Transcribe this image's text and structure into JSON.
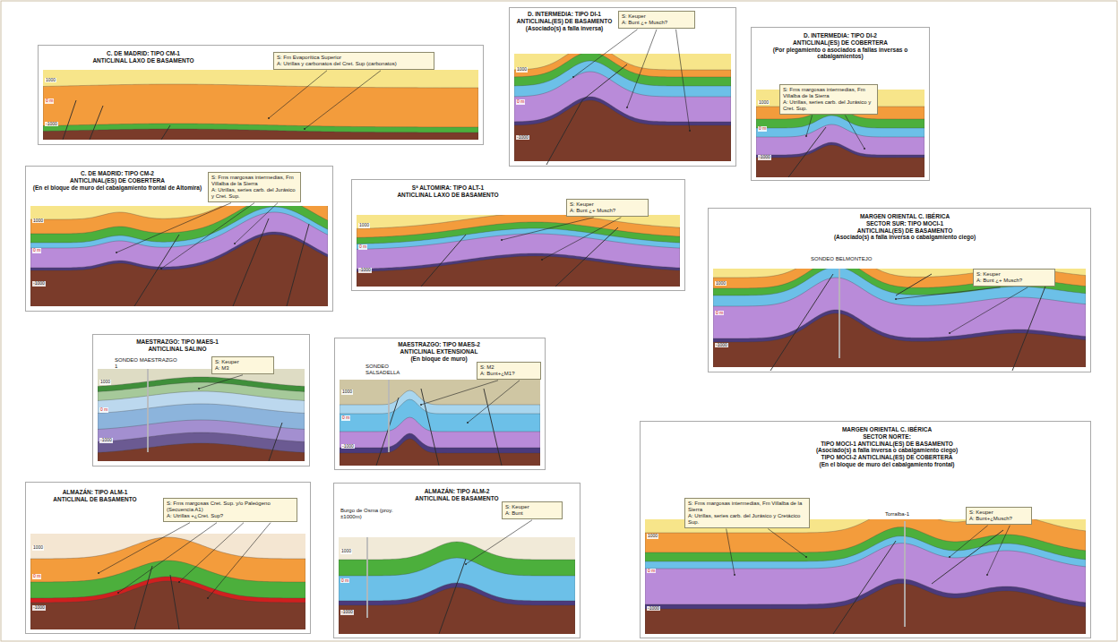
{
  "diagram": {
    "nodes": [
      {
        "text": [
          "C. DE MADRID: TIPO CM-1",
          "ANTICLINAL LAXO DE BASAMENTO"
        ]
      },
      {
        "text": [
          "S: Fm Evaporítica Superior",
          "A: Utrillas y carbonatos del Cret. Sup (carbonatos)"
        ],
        "in": 0
      },
      {
        "text": [
          "D. INTERMEDIA: TIPO DI-1",
          "ANTICLINAL(ES) DE BASAMENTO",
          "(Asociado(s) a falla inversa)"
        ]
      },
      {
        "text": [
          "S: Keuper",
          "A: Bunt ¿+ Musch?"
        ],
        "in": 2
      },
      {
        "text": [
          "D. INTERMEDIA: TIPO DI-2",
          "ANTICLINAL(ES) DE COBERTERA",
          "(Por plegamiento o asociados a fallas inversas o cabalgamientos)"
        ]
      },
      {
        "text": [
          "S: Fms margosas intermedias, Fm Villalba de la Sierra",
          "A: Utrillas, series carb. del Jurásico y Cret. Sup."
        ],
        "in": 4
      },
      {
        "text": [
          "C. DE MADRID: TIPO CM-2",
          "ANTICLINAL(ES) DE COBERTERA",
          "(En el bloque de muro del cabalgamiento frontal de Altomira)"
        ]
      },
      {
        "text": [
          "S: Fms margosas intermedias, Fm Villalba de la Sierra",
          "A: Utrillas, series carb. del Jurásico y Cret. Sup."
        ],
        "in": 6
      },
      {
        "text": [
          "Sª ALTOMIRA: TIPO ALT-1",
          "ANTICLINAL LAXO DE BASAMENTO"
        ]
      },
      {
        "text": [
          "S: Keuper",
          "A: Bunt ¿+ Musch?"
        ],
        "in": 8
      },
      {
        "text": [
          "MARGEN ORIENTAL C. IBÉRICA",
          "SECTOR SUR: TIPO MOCI-1",
          "ANTICLINAL(ES) DE BASAMENTO",
          "(Asociado(s) a falla inversa o cabalgamiento ciego)"
        ]
      },
      {
        "text": [
          "S: Keuper",
          "A: Bunt ¿+ Musch?"
        ],
        "in": 10
      },
      {
        "text": [
          "MAESTRAZGO: TIPO MAES-1",
          "ANTICLINAL SALINO"
        ]
      },
      {
        "text": [
          "S: Keuper",
          "A: M3"
        ],
        "in": 12
      },
      {
        "text": [
          "MAESTRAZGO: TIPO MAES-2",
          "ANTICLINAL EXTENSIONAL",
          "(En bloque de muro)"
        ]
      },
      {
        "text": [
          "S: M2",
          "A: Bunt+¿M1?"
        ],
        "in": 14
      },
      {
        "text": [
          "ALMAZÁN: TIPO ALM-1",
          "ANTICLINAL DE BASAMENTO"
        ]
      },
      {
        "text": [
          "S: Fms margosas Cret. Sup. y/o Paleógeno (Secuencia A1)",
          "A: Utrillas +¿Cret. Sup?"
        ],
        "in": 16
      },
      {
        "text": [
          "ALMAZÁN: TIPO ALM-2",
          "ANTICLINAL DE BASAMENTO"
        ]
      },
      {
        "text": [
          "S: Keuper",
          "A: Bunt"
        ],
        "in": 18
      },
      {
        "text": [
          "MARGEN ORIENTAL C. IBÉRICA",
          "SECTOR NORTE:",
          "TIPO MOCI-1 ANTICLINAL(ES) DE BASAMENTO",
          "(Asociado(s) a falla inversa o cabalgamiento ciego)",
          "TIPO MOCI-2 ANTICLINAL(ES) DE COBERTERA",
          "(En el bloque de muro del cabalgamiento frontal)"
        ]
      },
      {
        "text": [
          "S: Fms margosas intermedias, Fm Villalba de la Sierra",
          "A: Utrillas, series carb. del Jurásico y Cretácico Sup."
        ],
        "in": 20
      },
      {
        "text": [
          "S: Keuper",
          "A: Bunt+¿Musch?"
        ],
        "in": 20
      }
    ],
    "labels": [
      "1000",
      "0 m",
      "-1000",
      "1000",
      "0 m",
      "-1000",
      "1000",
      "0 m",
      "-1000",
      "1000",
      "0 m",
      "-1000",
      "1000",
      "0 m",
      "-1000",
      "1000",
      "0 m",
      "-1000",
      "1000",
      "0 m",
      "-1000",
      "1000",
      "0 m",
      "-1000",
      "1000",
      "0 m",
      "-1000",
      "1000",
      "0 m",
      "-1000",
      "1000",
      "0 m",
      "-1000",
      "SONDEO BELMONTEJO",
      "SONDEO MAESTRAZGO 1",
      "SONDEO SALSADELLA",
      "Burgo de Osma (proy. ±1000m)",
      "Torralba-1"
    ]
  }
}
